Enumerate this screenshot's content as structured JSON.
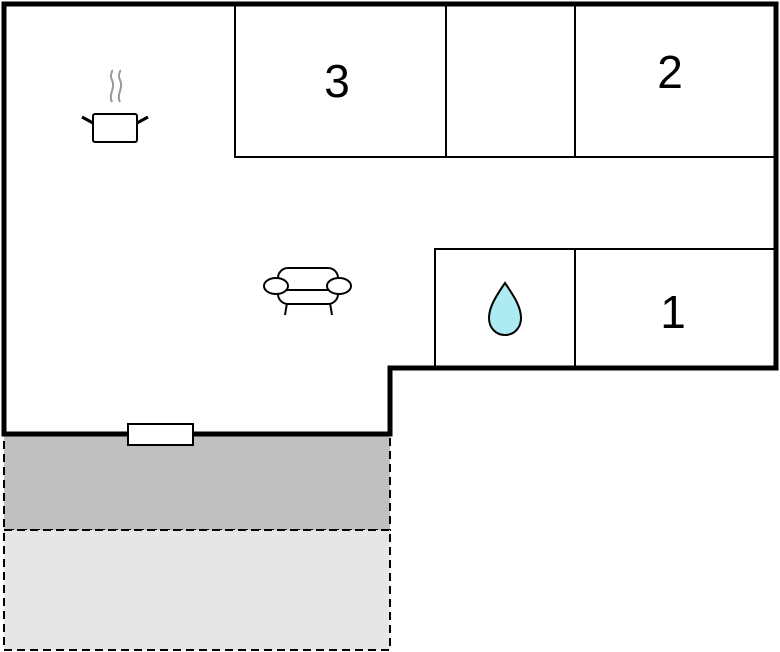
{
  "rooms": [
    {
      "id": "room-3",
      "label": "3"
    },
    {
      "id": "room-2",
      "label": "2"
    },
    {
      "id": "room-1",
      "label": "1"
    }
  ],
  "icons": [
    "kitchen-pot-icon",
    "sofa-icon",
    "water-drop-icon",
    "window-icon"
  ],
  "colors": {
    "wall": "#000000",
    "terrace_covered": "#c0c0c0",
    "terrace_open": "#e6e6e6",
    "water": "#aeeaf2",
    "steam": "#999999"
  }
}
